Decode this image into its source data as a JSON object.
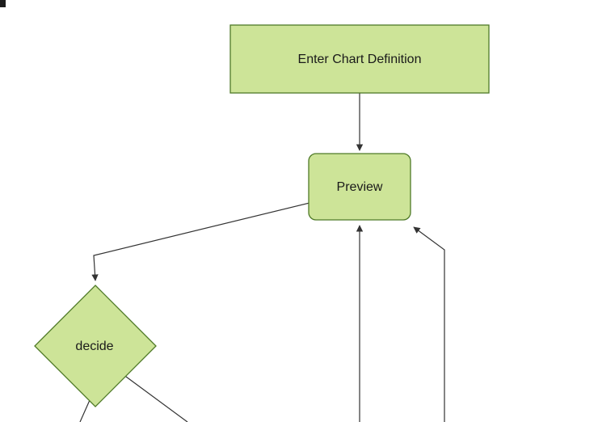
{
  "diagram": {
    "type": "flowchart",
    "direction": "top-down",
    "nodes": [
      {
        "id": "enter-chart-definition",
        "label": "Enter Chart Definition",
        "shape": "rectangle"
      },
      {
        "id": "preview",
        "label": "Preview",
        "shape": "rounded-rectangle"
      },
      {
        "id": "decide",
        "label": "decide",
        "shape": "diamond"
      }
    ],
    "edges": [
      {
        "from": "enter-chart-definition",
        "to": "preview",
        "arrow": true
      },
      {
        "from": "preview",
        "to": "decide",
        "arrow": true
      },
      {
        "from": "offscreen-bottom-center",
        "to": "preview",
        "arrow": true
      },
      {
        "from": "offscreen-bottom-right",
        "to": "preview",
        "arrow": true
      },
      {
        "from": "decide",
        "to": "offscreen-bottom-right",
        "arrow": false
      },
      {
        "from": "decide",
        "to": "offscreen-bottom",
        "arrow": false
      }
    ]
  },
  "theme": {
    "node_fill": "#cde498",
    "node_stroke": "#4f7a28",
    "edge_color": "#333333",
    "text_color": "#1a1a1a",
    "background": "#ffffff"
  }
}
